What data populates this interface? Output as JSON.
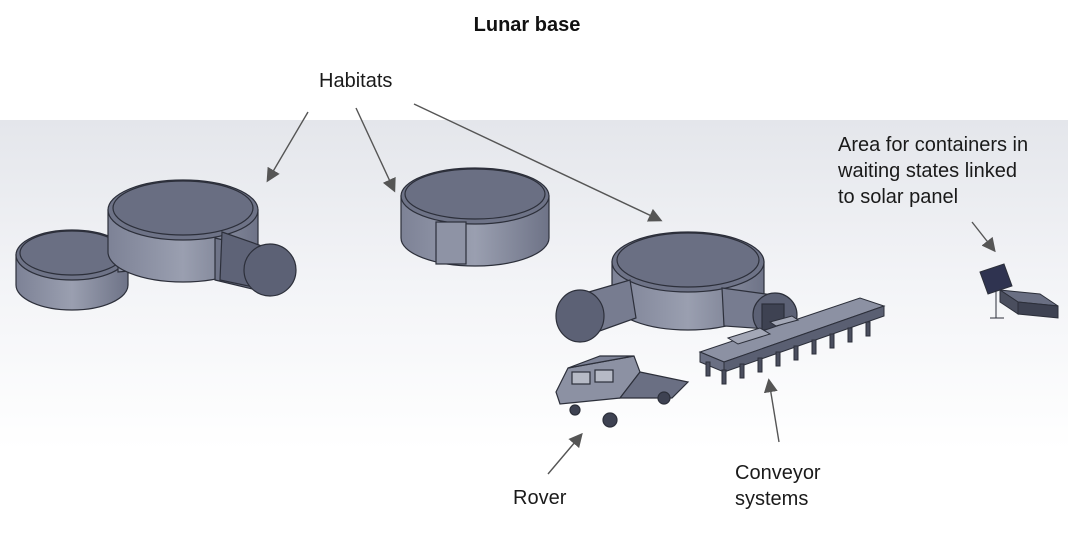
{
  "title": "Lunar base",
  "labels": {
    "habitats": "Habitats",
    "containers": [
      "Area for containers in",
      "waiting states linked",
      "to solar panel"
    ],
    "rover": "Rover",
    "conveyor": [
      "Conveyor",
      "systems"
    ]
  },
  "colors": {
    "module_top": "#6e7387",
    "module_side": "#8c91a3",
    "module_dark": "#3e4252",
    "arrow": "#555555",
    "background_gradient": "#dde0e6"
  }
}
